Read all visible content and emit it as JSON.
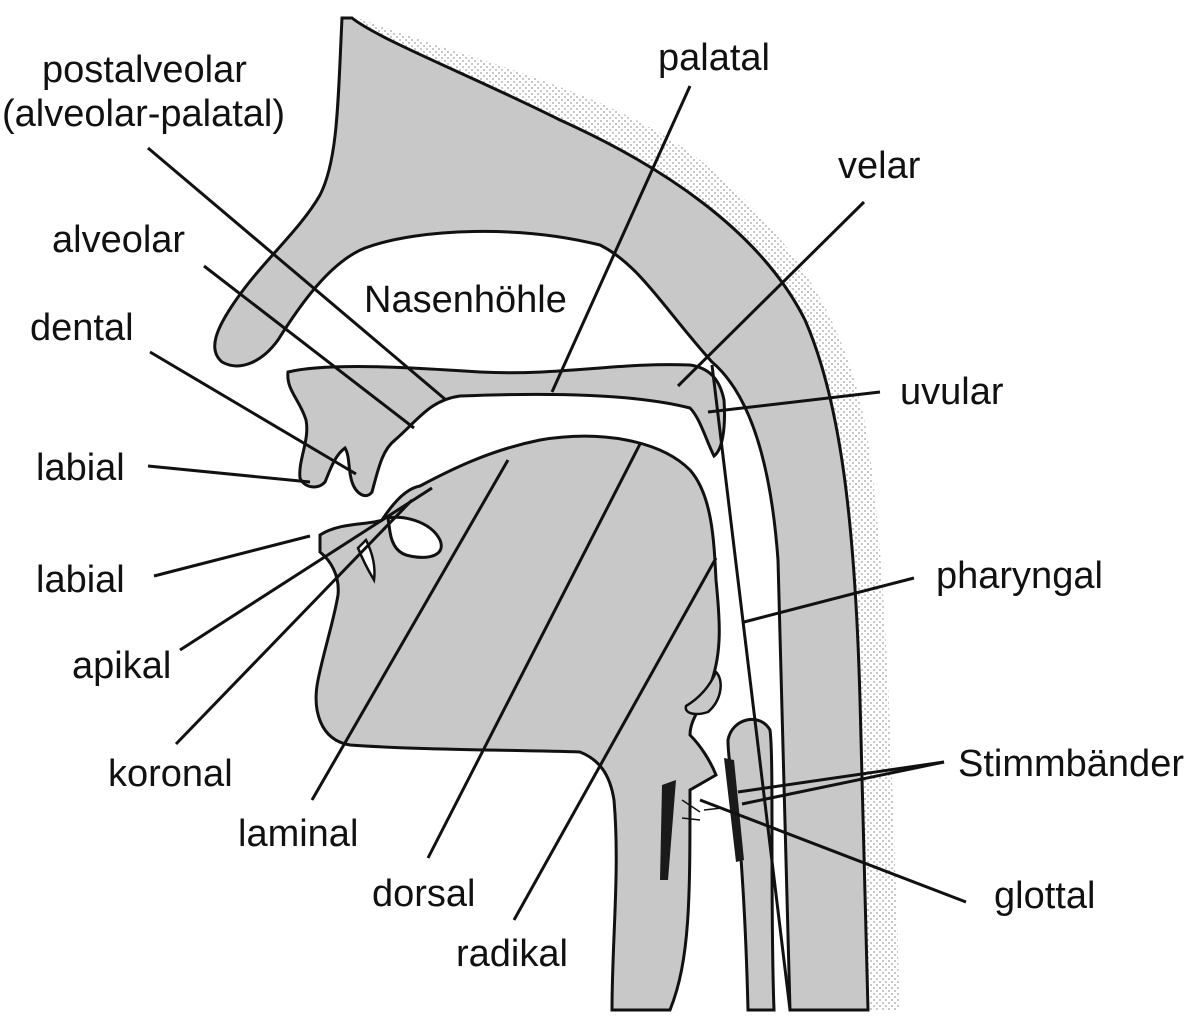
{
  "colors": {
    "tissue": "#c8c8c8",
    "outline": "#111111",
    "background": "#ffffff",
    "vocal_folds": "#1a1a1a"
  },
  "labels": {
    "postalveolar_1": "postalveolar",
    "postalveolar_2": "(alveolar-palatal)",
    "palatal": "palatal",
    "velar": "velar",
    "alveolar": "alveolar",
    "nasenhoehle": "Nasenhöhle",
    "dental": "dental",
    "uvular": "uvular",
    "labial_upper": "labial",
    "labial_lower": "labial",
    "pharyngal": "pharyngal",
    "apikal": "apikal",
    "koronal": "koronal",
    "stimmbaender": "Stimmbänder",
    "laminal": "laminal",
    "dorsal": "dorsal",
    "glottal": "glottal",
    "radikal": "radikal"
  }
}
